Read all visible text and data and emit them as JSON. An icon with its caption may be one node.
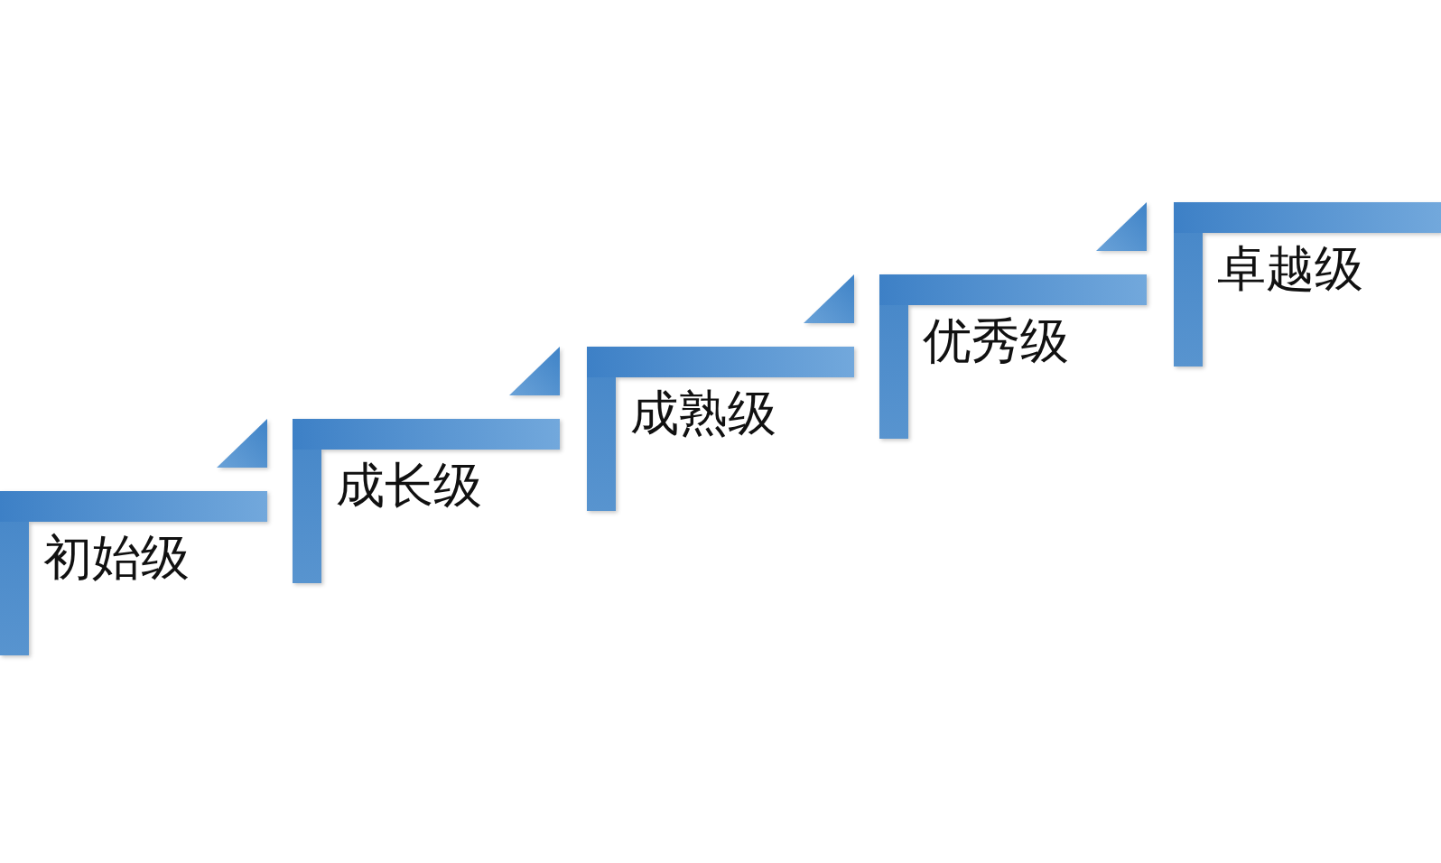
{
  "diagram": {
    "nodes": [
      {
        "text": [
          "初始级"
        ]
      },
      {
        "text": [
          "成长级"
        ]
      },
      {
        "text": [
          "成熟级"
        ]
      },
      {
        "text": [
          "优秀级"
        ]
      },
      {
        "text": [
          "卓越级"
        ]
      }
    ],
    "edges": [
      {
        "from": 1,
        "to": 0,
        "arrow": "to"
      },
      {
        "from": 2,
        "to": 1,
        "arrow": "to"
      },
      {
        "from": 3,
        "to": 2,
        "arrow": "to"
      },
      {
        "from": 4,
        "to": 3,
        "arrow": "to"
      }
    ]
  }
}
